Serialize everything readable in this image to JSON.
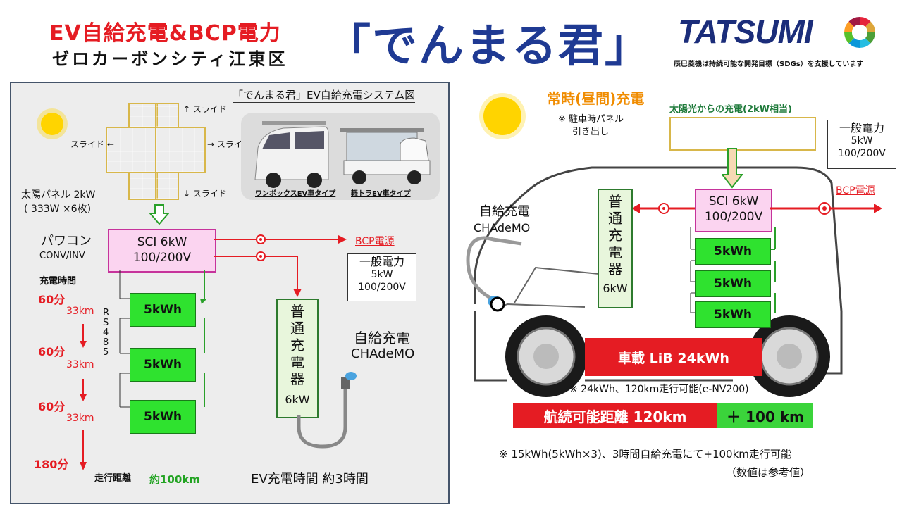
{
  "header": {
    "subtitle_red": "EV自給充電&BCP電力",
    "subtitle_black": "ゼロカーボンシティ江東区",
    "main_title": "「でんまる君」",
    "logo_text": "TATSUMI",
    "sdgs_note": "辰巳菱機は持続可能な開発目標（SDGs）を支援しています"
  },
  "left": {
    "system_title": "「でんまる君」EV自給充電システム図",
    "slide_labels": [
      "スライド",
      "スライド",
      "スライド",
      "スライド"
    ],
    "slide_arrows": [
      "↑",
      "←",
      "→",
      "↓"
    ],
    "panel_label_1": "太陽パネル 2kW",
    "panel_label_2": "( 333W ×6枚)",
    "photo_caption_1": "ワンボックスEV車タイプ",
    "photo_caption_2": "軽トラEV車タイプ",
    "pcs_label": "パワコン",
    "pcs_sub": "CONV/INV",
    "sci_line1": "SCI 6kW",
    "sci_line2": "100/200V",
    "bcp": "BCP電源",
    "general_power": [
      "一般電力",
      "5kW",
      "100/200V"
    ],
    "charge_time_label": "充電時間",
    "times": [
      "60分",
      "60分",
      "60分",
      "180分"
    ],
    "km": [
      "33km",
      "33km",
      "33km"
    ],
    "rs485": "RS485",
    "batteries": [
      "5kWh",
      "5kWh",
      "5kWh"
    ],
    "range_label": "走行距離",
    "range_value": "約100km",
    "charger": [
      "普",
      "通",
      "充",
      "電",
      "器",
      "6kW"
    ],
    "self_charge_1": "自給充電",
    "self_charge_2": "CHAdeMO",
    "ev_time_prefix": "EV充電時間 ",
    "ev_time_value": "約3時間"
  },
  "right": {
    "day_charge": "常時(昼間)充電",
    "note_1": "※ 駐車時パネル",
    "note_2": "引き出し",
    "solar_label": "太陽光からの充電(2kW相当)",
    "general_power": [
      "一般電力",
      "5kW",
      "100/200V"
    ],
    "bcp": "BCP電源",
    "self_charge_1": "自給充電",
    "self_charge_2": "CHAdeMO",
    "charger": [
      "普",
      "通",
      "充",
      "電",
      "器",
      "6kW"
    ],
    "sci_line1": "SCI 6kW",
    "sci_line2": "100/200V",
    "batteries": [
      "5kWh",
      "5kWh",
      "5kWh"
    ],
    "lib": "車載 LiB 24kWh",
    "lib_note": "※ 24kWh、120km走行可能(e-NV200)",
    "range_red": "航続可能距離 120km",
    "range_green": "＋ 100 km",
    "footnote_1": "※ 15kWh(5kWh×3)、3時間自給充電にて+100km走行可能",
    "footnote_2": "（数値は参考値）"
  }
}
